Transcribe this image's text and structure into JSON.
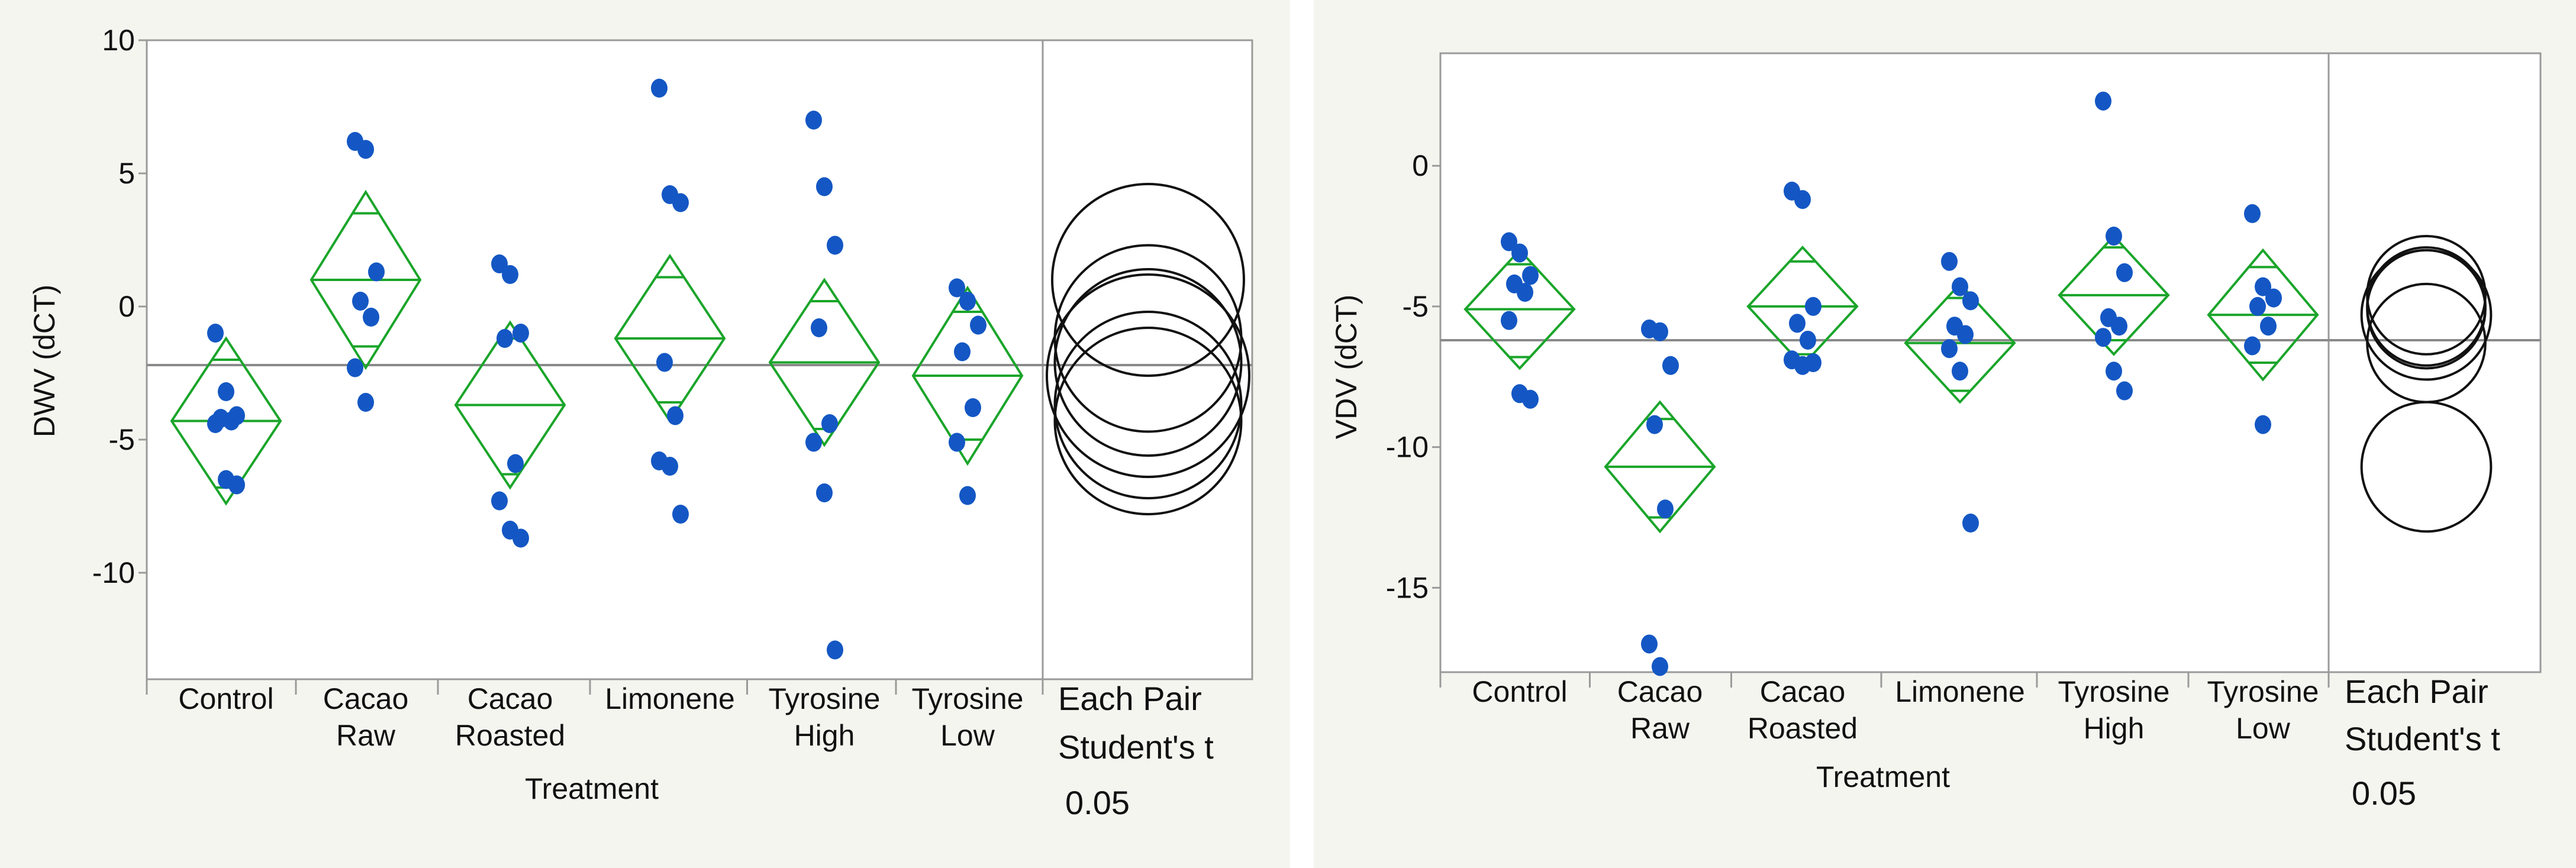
{
  "chart_data": [
    {
      "type": "scatter",
      "ylabel": "DWV (dCT)",
      "xlabel": "Treatment",
      "ylim": [
        -14,
        10
      ],
      "yticks": [
        10,
        5,
        0,
        -5,
        -10
      ],
      "grand_mean": -2.2,
      "grid": false,
      "compare_label": [
        "Each Pair",
        "Student's t",
        "0.05"
      ],
      "groups": [
        {
          "label": [
            "Control"
          ],
          "mean": -4.3,
          "ci": 3.1,
          "rows": [
            -6.8,
            -2.0
          ],
          "points": [
            -1.0,
            -3.2,
            -4.1,
            -4.2,
            -4.3,
            -4.4,
            -6.5,
            -6.7
          ]
        },
        {
          "label": [
            "Cacao",
            "Raw"
          ],
          "mean": 1.0,
          "ci": 3.3,
          "rows": [
            -1.5,
            3.5
          ],
          "points": [
            6.2,
            5.9,
            1.3,
            0.2,
            -0.4,
            -2.3,
            -3.6
          ]
        },
        {
          "label": [
            "Cacao",
            "Roasted"
          ],
          "mean": -3.7,
          "ci": 3.1,
          "rows": [
            -6.3,
            -1.2
          ],
          "points": [
            1.6,
            1.2,
            -1.0,
            -1.2,
            -5.9,
            -7.3,
            -8.4,
            -8.7
          ]
        },
        {
          "label": [
            "Limonene"
          ],
          "mean": -1.2,
          "ci": 3.1,
          "rows": [
            -3.6,
            1.1
          ],
          "points": [
            8.2,
            4.2,
            3.9,
            -2.1,
            -4.1,
            -5.8,
            -6.0,
            -7.8
          ]
        },
        {
          "label": [
            "Tyrosine",
            "High"
          ],
          "mean": -2.1,
          "ci": 3.1,
          "rows": [
            -4.6,
            0.2
          ],
          "points": [
            7.0,
            4.5,
            2.3,
            -0.8,
            -4.4,
            -5.1,
            -7.0,
            -12.9
          ]
        },
        {
          "label": [
            "Tyrosine",
            "Low"
          ],
          "mean": -2.6,
          "ci": 3.3,
          "rows": [
            -5.0,
            -0.2
          ],
          "points": [
            0.7,
            0.2,
            -0.7,
            -1.7,
            -3.8,
            -5.1,
            -7.1
          ]
        }
      ],
      "comparison_circles": [
        {
          "center": 1.0,
          "radius": 3.6
        },
        {
          "center": -1.2,
          "radius": 3.5
        },
        {
          "center": -2.1,
          "radius": 3.5
        },
        {
          "center": -2.6,
          "radius": 3.8
        },
        {
          "center": -3.7,
          "radius": 3.5
        },
        {
          "center": -4.3,
          "radius": 3.5
        }
      ]
    },
    {
      "type": "scatter",
      "ylabel": "VDV (dCT)",
      "xlabel": "Treatment",
      "ylim": [
        -18,
        4
      ],
      "yticks": [
        0,
        -5,
        -10,
        -15
      ],
      "grand_mean": -6.2,
      "grid": false,
      "compare_label": [
        "Each Pair",
        "Student's t",
        "0.05"
      ],
      "groups": [
        {
          "label": [
            "Control"
          ],
          "mean": -5.1,
          "ci": 2.1,
          "rows": [
            -6.8,
            -3.5
          ],
          "points": [
            -2.7,
            -3.1,
            -3.9,
            -4.2,
            -4.5,
            -5.5,
            -8.1,
            -8.3
          ]
        },
        {
          "label": [
            "Cacao",
            "Raw"
          ],
          "mean": -10.7,
          "ci": 2.3,
          "rows": [
            -12.5,
            -9.0
          ],
          "points": [
            -5.8,
            -5.9,
            -7.1,
            -9.2,
            -12.2,
            -17.0,
            -17.8
          ]
        },
        {
          "label": [
            "Cacao",
            "Roasted"
          ],
          "mean": -5.0,
          "ci": 2.1,
          "rows": [
            -6.7,
            -3.4
          ],
          "points": [
            -0.9,
            -1.2,
            -5.0,
            -5.6,
            -6.2,
            -6.9,
            -7.1,
            -7.0
          ]
        },
        {
          "label": [
            "Limonene"
          ],
          "mean": -6.3,
          "ci": 2.1,
          "rows": [
            -8.0,
            -4.7
          ],
          "points": [
            -3.4,
            -4.3,
            -4.8,
            -5.7,
            -6.0,
            -6.5,
            -7.3,
            -12.7
          ]
        },
        {
          "label": [
            "Tyrosine",
            "High"
          ],
          "mean": -4.6,
          "ci": 2.1,
          "rows": [
            -6.2,
            -2.9
          ],
          "points": [
            2.3,
            -2.5,
            -3.8,
            -5.4,
            -5.7,
            -6.1,
            -7.3,
            -8.0
          ]
        },
        {
          "label": [
            "Tyrosine",
            "Low"
          ],
          "mean": -5.3,
          "ci": 2.3,
          "rows": [
            -7.0,
            -3.6
          ],
          "points": [
            -1.7,
            -4.3,
            -4.7,
            -5.0,
            -5.7,
            -6.4,
            -9.2
          ]
        }
      ],
      "comparison_circles": [
        {
          "center": -4.6,
          "radius": 2.1
        },
        {
          "center": -5.0,
          "radius": 2.1
        },
        {
          "center": -5.1,
          "radius": 2.1
        },
        {
          "center": -5.3,
          "radius": 2.3
        },
        {
          "center": -6.3,
          "radius": 2.1
        },
        {
          "center": -10.7,
          "radius": 2.3
        }
      ]
    }
  ],
  "colors": {
    "points": "#1457c4",
    "diamond": "#1aa52a",
    "grand_mean_line": "#8a8a8a",
    "frame": "#9a9a9a",
    "panel_background": "#f5f5f0",
    "circles": "#111111"
  }
}
